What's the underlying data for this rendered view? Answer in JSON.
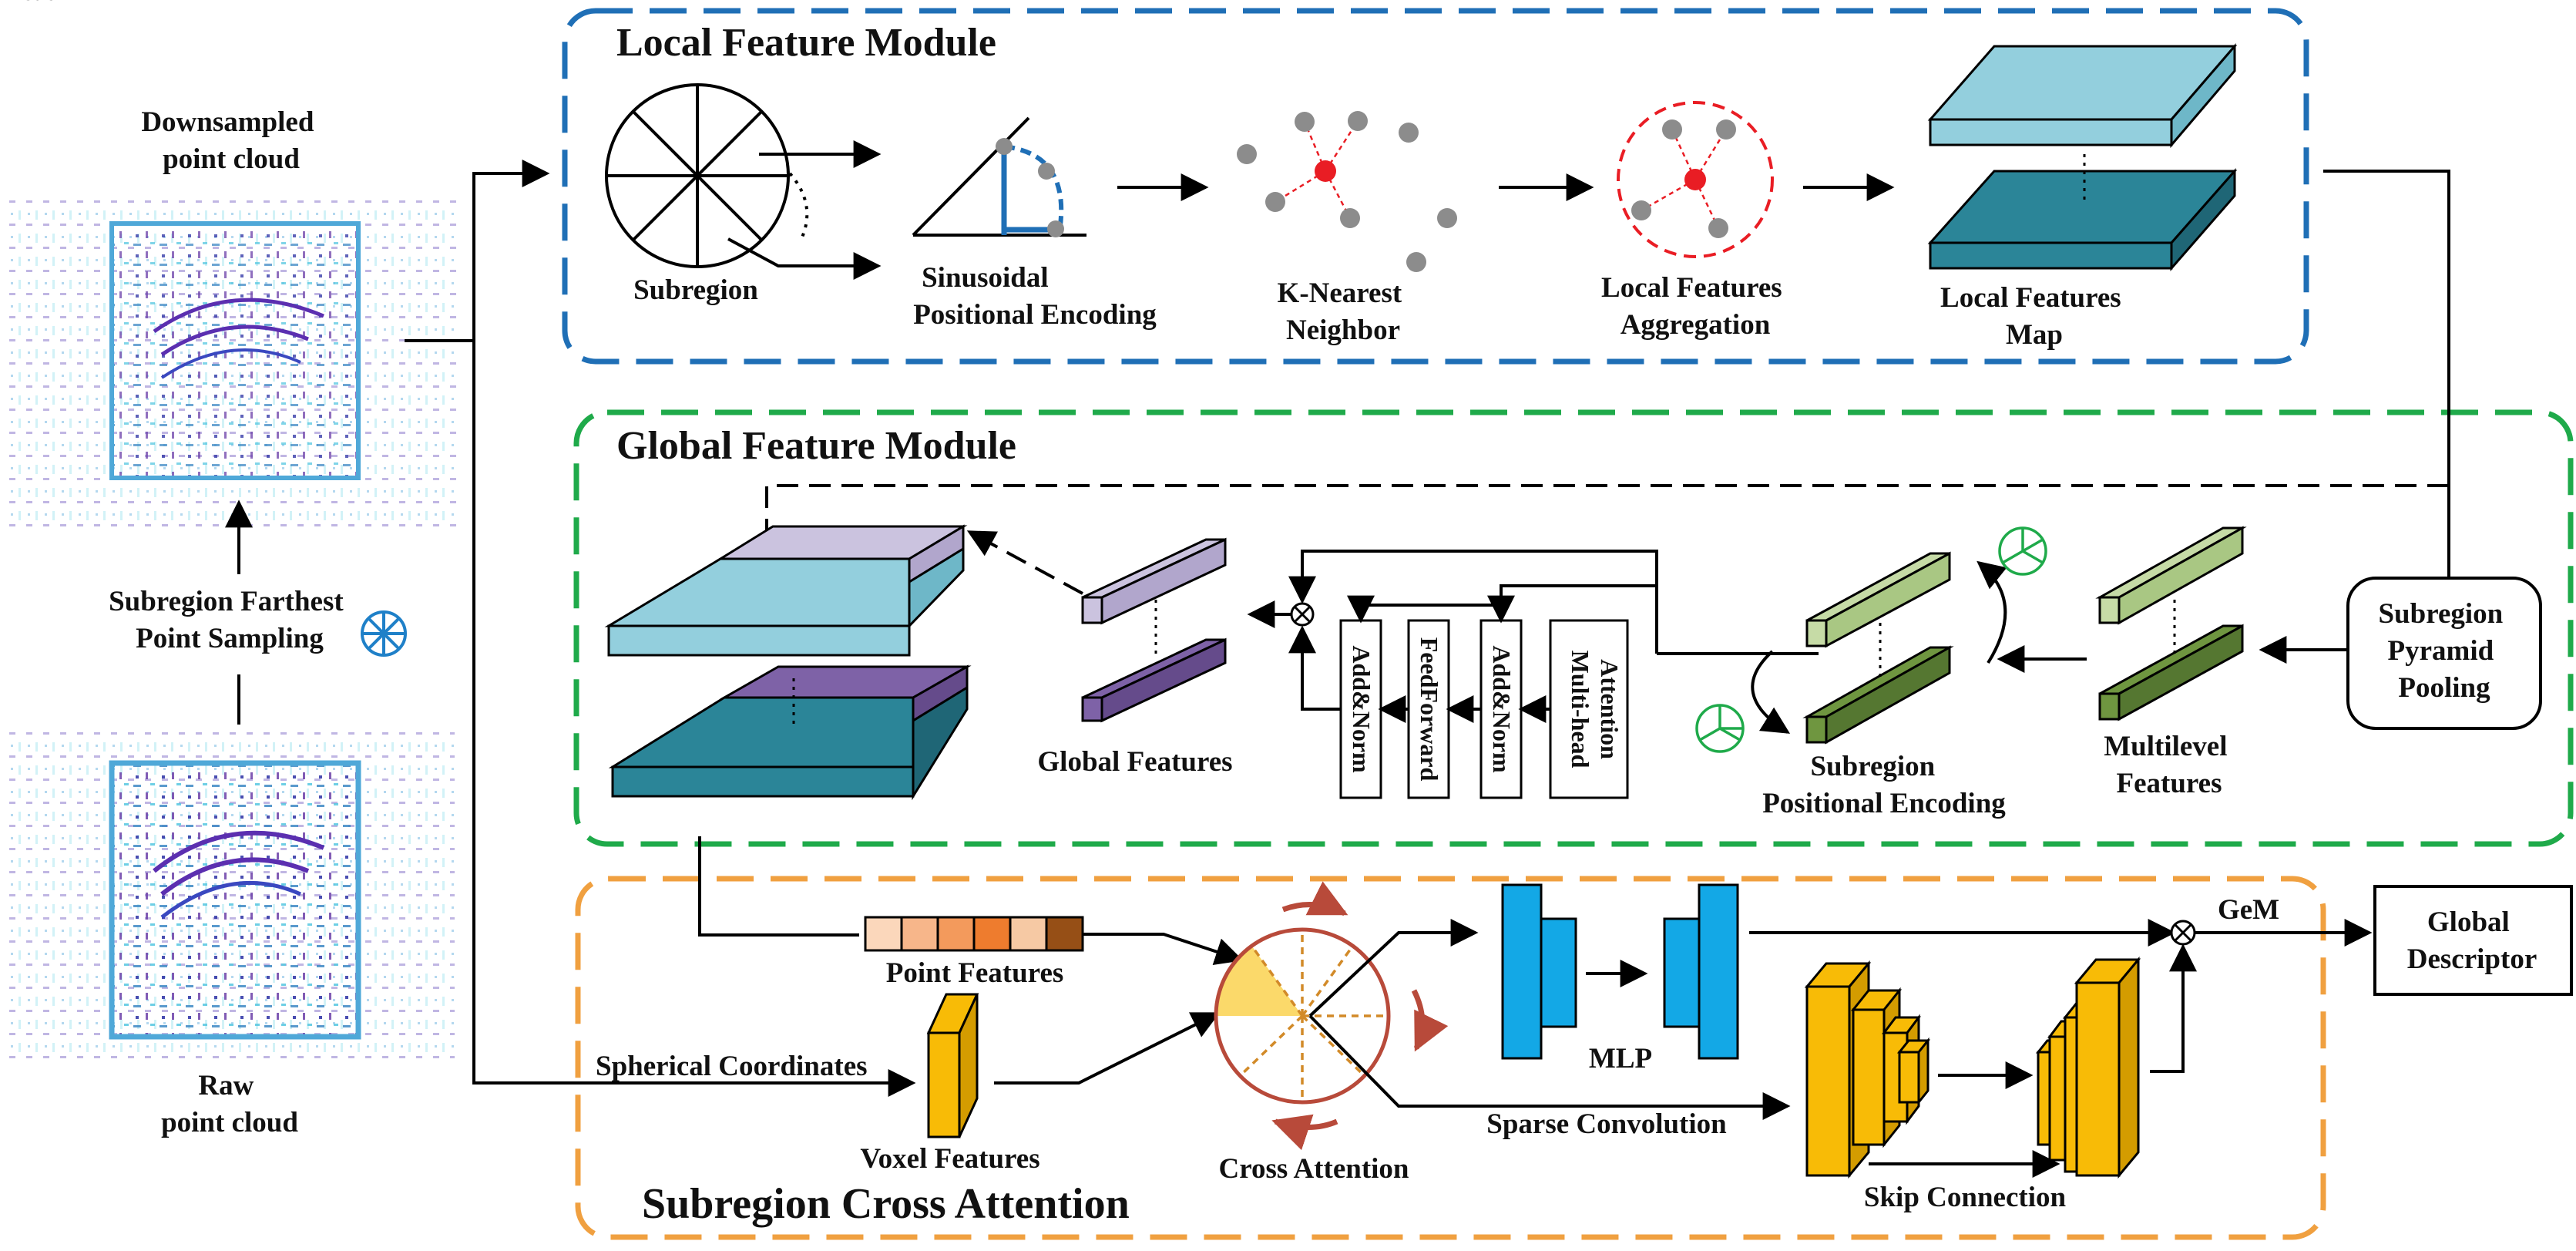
{
  "modules": {
    "local": {
      "title": "Local Feature Module",
      "color": "#1f6fb6"
    },
    "global": {
      "title": "Global Feature Module",
      "color": "#1faa4a"
    },
    "cross": {
      "title": "Subregion Cross Attention",
      "color": "#f0a040"
    }
  },
  "labels": {
    "downsampled": [
      "Downsampled",
      "point cloud"
    ],
    "raw": [
      "Raw",
      "point cloud"
    ],
    "sfps": [
      "Subregion Farthest",
      "Point Sampling"
    ],
    "subregion": "Subregion",
    "sin_pe": [
      "Sinusoidal",
      "Positional Encoding"
    ],
    "knn": [
      "K-Nearest",
      "Neighbor"
    ],
    "lfa": [
      "Local Features",
      "Aggregation"
    ],
    "lfm": [
      "Local Features",
      "Map"
    ],
    "global_features": "Global Features",
    "add_norm": "Add&Norm",
    "feed_forward": "FeedForward",
    "mha": [
      "Multi-head",
      "Attention"
    ],
    "subregion_pe": [
      "Subregion",
      "Positional Encoding"
    ],
    "multilevel": [
      "Multilevel",
      "Features"
    ],
    "spp": [
      "Subregion",
      "Pyramid",
      "Pooling"
    ],
    "point_features": "Point Features",
    "spherical": "Spherical Coordinates",
    "voxel_features": "Voxel Features",
    "cross_attention": "Cross Attention",
    "mlp": "MLP",
    "sparse_conv": "Sparse Convolution",
    "skip": "Skip Connection",
    "gem": "GeM",
    "global_descriptor": [
      "Global",
      "Descriptor"
    ]
  },
  "colors": {
    "light_cyan": "#93cfdd",
    "teal": "#2b8598",
    "lavender": "#cbc3df",
    "purple": "#7e62a7",
    "light_green": "#c6dba6",
    "olive": "#6f9640",
    "blue_mlp": "#13a8e6",
    "yellow_conv": "#f8bb06",
    "red_point": "#e91d24",
    "gray_point": "#8c8c8c",
    "point_feat": [
      "#fbd7bb",
      "#f7b68a",
      "#f39a5c",
      "#ee7c2e",
      "#f6c9a4",
      "#964f16"
    ]
  }
}
